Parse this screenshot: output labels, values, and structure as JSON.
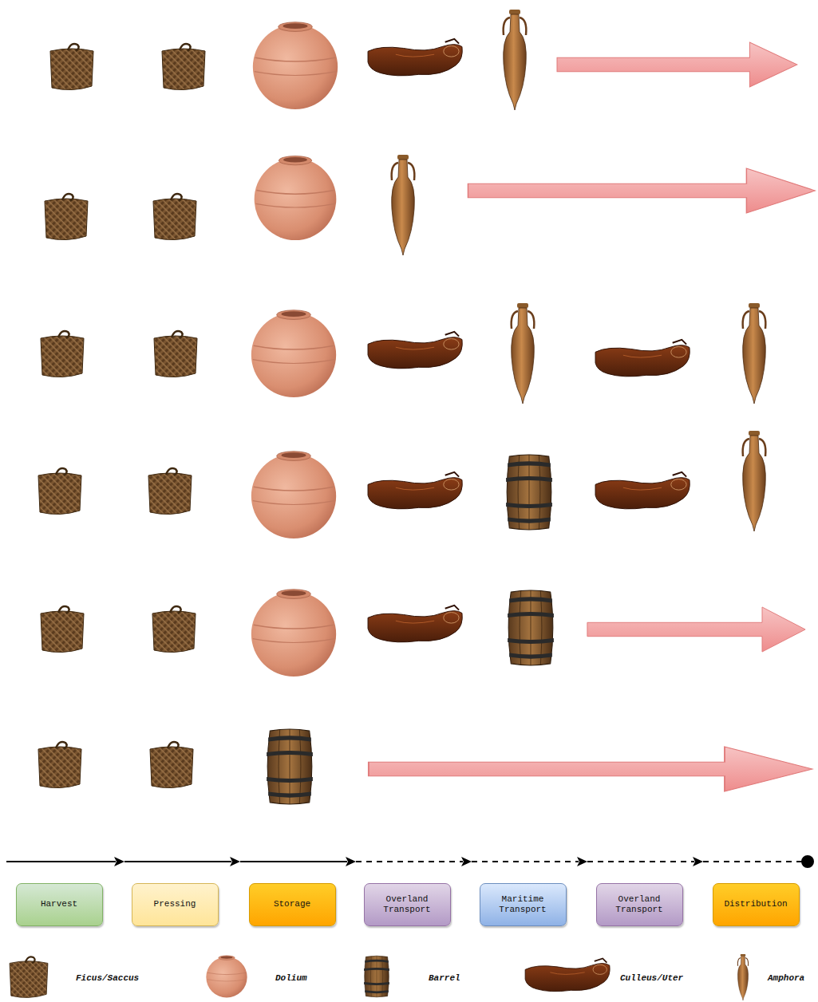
{
  "diagram": {
    "nodes": [
      {
        "text": [
          "Harvest"
        ]
      },
      {
        "text": [
          "Pressing"
        ]
      },
      {
        "text": [
          "Storage"
        ]
      },
      {
        "text": [
          "Overland Transport"
        ]
      },
      {
        "text": [
          "Maritime Transport"
        ]
      },
      {
        "text": [
          "Overland Transport"
        ]
      },
      {
        "text": [
          "Distribution"
        ]
      }
    ],
    "legend": [
      {
        "text": "Ficus/Saccus"
      },
      {
        "text": "Dolium"
      },
      {
        "text": "Barrel"
      },
      {
        "text": "Culleus/Uter"
      },
      {
        "text": "Amphora"
      }
    ]
  }
}
